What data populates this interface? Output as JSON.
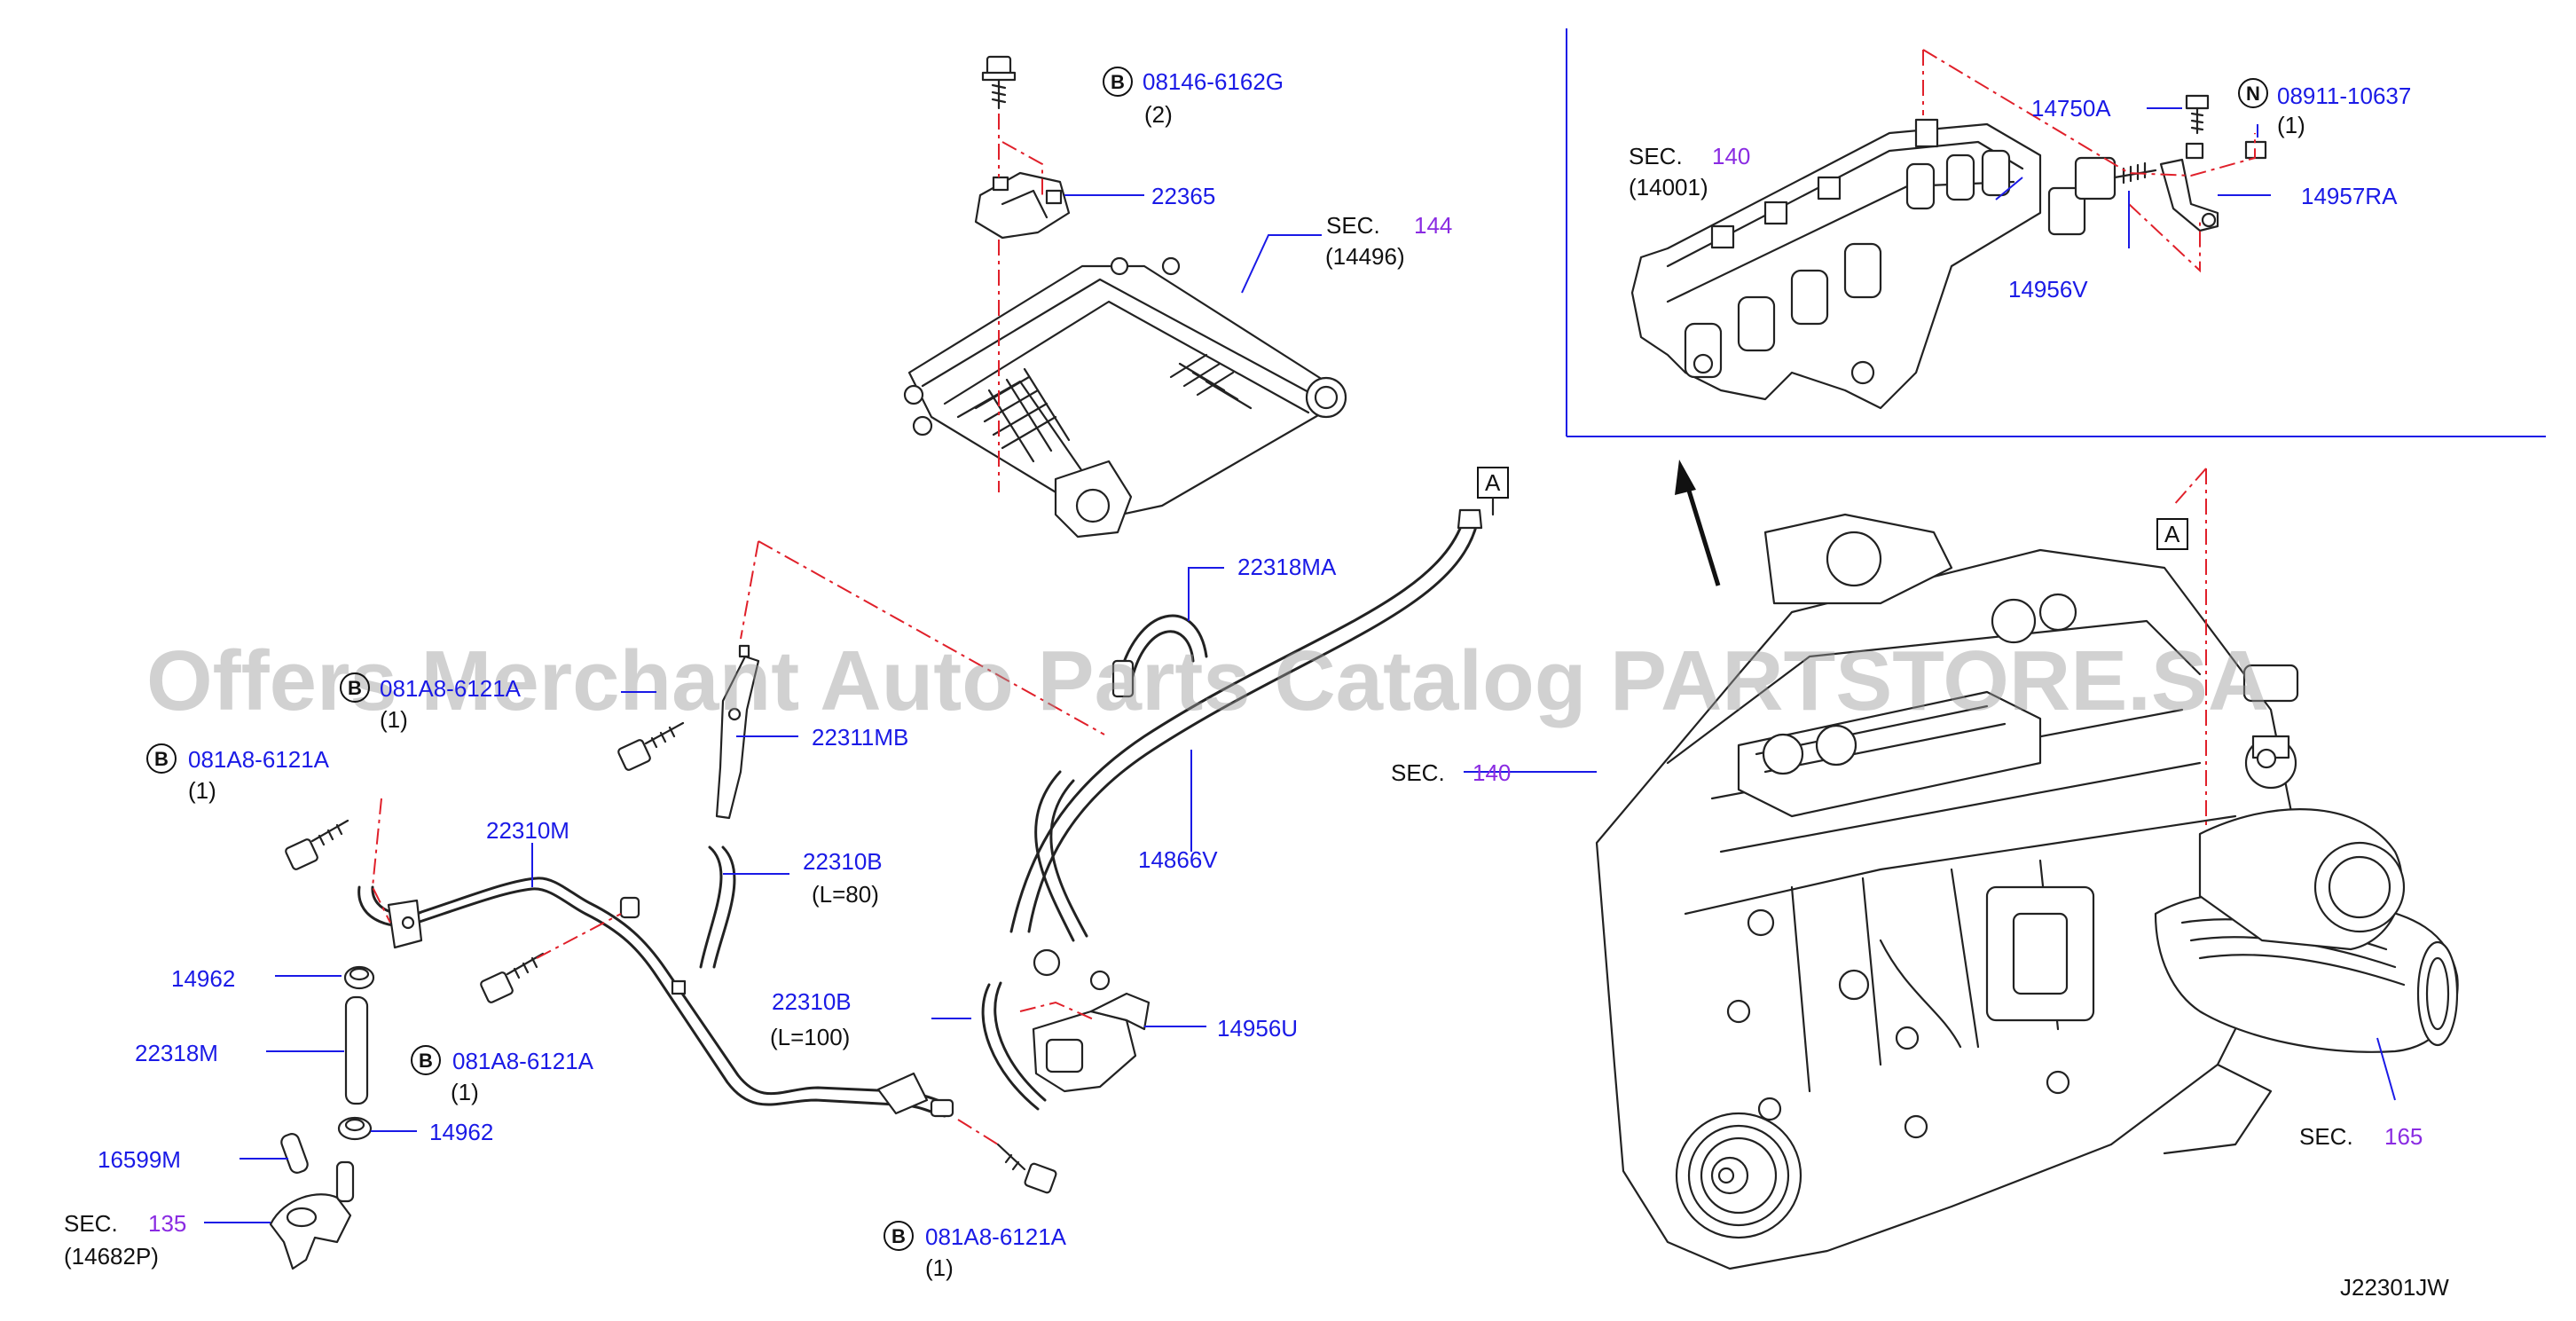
{
  "labels": {
    "p22365": "22365",
    "p08146_code": "08146-6162G",
    "p08146_qty": "(2)",
    "sec144_a": "SEC.",
    "sec144_b": "144",
    "sec144_c": "(14496)",
    "p22318MA": "22318MA",
    "p14866V": "14866V",
    "p22311MB": "22311MB",
    "p081A8_top_code": "081A8-6121A",
    "p081A8_top_qty": "(1)",
    "p081A8_left_code": "081A8-6121A",
    "p081A8_left_qty": "(1)",
    "p22310M": "22310M",
    "p22310B_1": "22310B",
    "p22310B_1_len": "(L=80)",
    "p22310B_2": "22310B",
    "p22310B_2_len": "(L=100)",
    "p14956U": "14956U",
    "p14962_1": "14962",
    "p14962_2": "14962",
    "p22318M": "22318M",
    "p16599M": "16599M",
    "p081A8_mid_code": "081A8-6121A",
    "p081A8_mid_qty": "(1)",
    "p081A8_bot_code": "081A8-6121A",
    "p081A8_bot_qty": "(1)",
    "sec135_a": "SEC.",
    "sec135_b": "135",
    "sec135_c": "(14682P)",
    "sec140_a": "SEC.",
    "sec140_b": "140",
    "sec140_in_a": "SEC.",
    "sec140_in_b": "140",
    "sec140_in_c": "(14001)",
    "p14750A": "14750A",
    "p08911_code": "08911-10637",
    "p08911_qty": "(1)",
    "p14957RA": "14957RA",
    "p14956V": "14956V",
    "sec165_a": "SEC.",
    "sec165_b": "165",
    "ref_a1": "A",
    "ref_a2": "A",
    "circle_b": "B",
    "circle_n": "N",
    "diagram_id": "J22301JW",
    "watermark": "Offers Merchant Auto Parts Catalog PARTSTORE.SA"
  },
  "colors": {
    "part_number": "#1a1ae6",
    "section_number": "#8a2be2",
    "ref_line": "#e0202a",
    "text": "#111111"
  }
}
